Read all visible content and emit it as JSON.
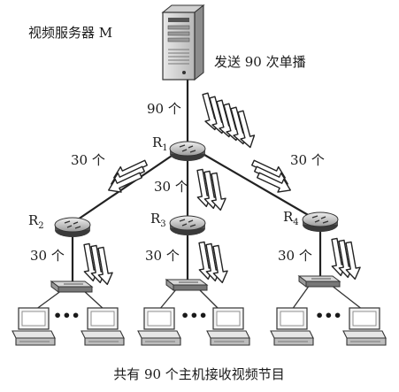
{
  "server": {
    "label": "视频服务器 M",
    "note": "发送 90 次单播"
  },
  "routers": [
    {
      "letter": "R",
      "sub": "1"
    },
    {
      "letter": "R",
      "sub": "2"
    },
    {
      "letter": "R",
      "sub": "3"
    },
    {
      "letter": "R",
      "sub": "4"
    }
  ],
  "counts": {
    "server_to_r1": "90 个",
    "r1_to_r2": "30 个",
    "r1_to_r3": "30 个",
    "r1_to_r4": "30 个",
    "r2_to_hosts": "30 个",
    "r3_to_hosts": "30 个",
    "r4_to_hosts": "30 个"
  },
  "ellipsis": "•••",
  "caption": "共有 90 个主机接收视频节目",
  "icons": [
    "server-tower-icon",
    "router-icon",
    "switch-icon",
    "computer-icon",
    "unicast-arrows-icon"
  ]
}
